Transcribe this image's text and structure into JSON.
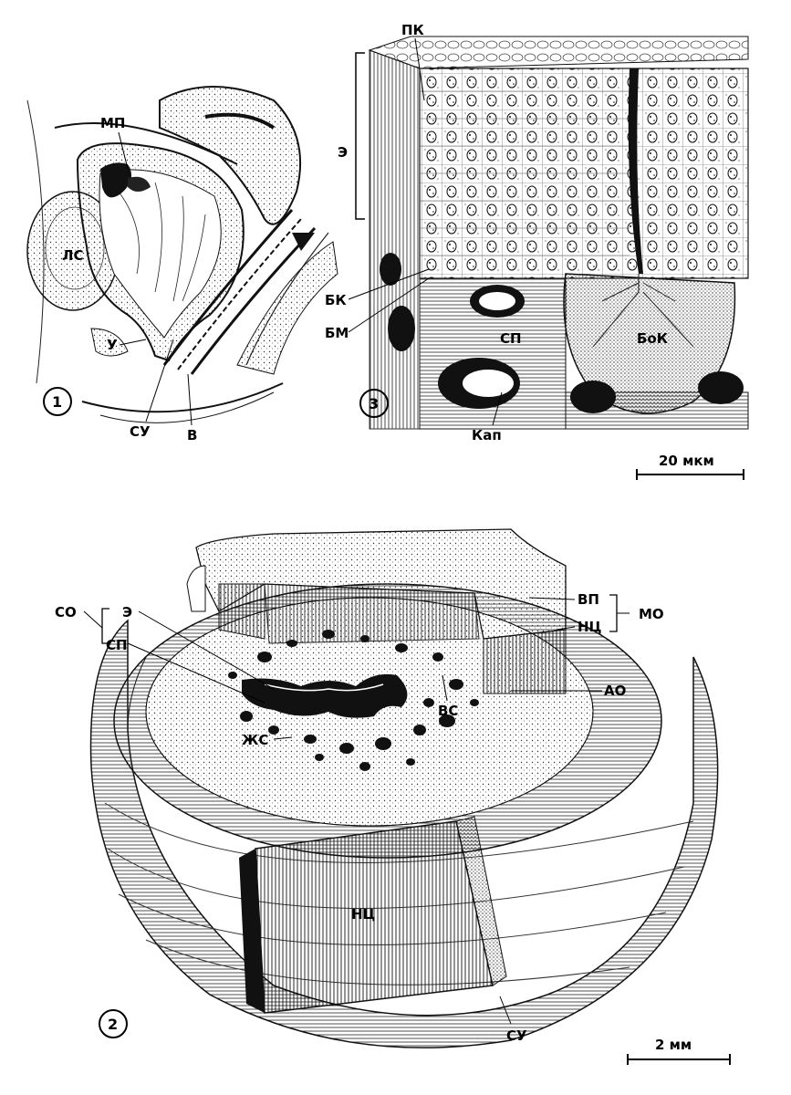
{
  "panel1": {
    "number": "1",
    "labels": {
      "mp": "МП",
      "ls": "ЛС",
      "u": "У",
      "su": "СУ",
      "v": "В"
    }
  },
  "panel2": {
    "number": "2",
    "labels": {
      "so": "СО",
      "e": "Э",
      "sp": "СП",
      "vp": "ВП",
      "mo": "МО",
      "nc_top": "НЦ",
      "ao": "АО",
      "vs": "ВС",
      "zhs": "ЖС",
      "nc_center": "НЦ",
      "su": "СУ"
    },
    "scale_bar": "2 мм"
  },
  "panel3": {
    "number": "3",
    "labels": {
      "pk": "ПК",
      "e": "Э",
      "bk": "БК",
      "bm": "БМ",
      "sp": "СП",
      "bok": "БоК",
      "kap": "Кап"
    },
    "scale_bar": "20 мкм"
  }
}
